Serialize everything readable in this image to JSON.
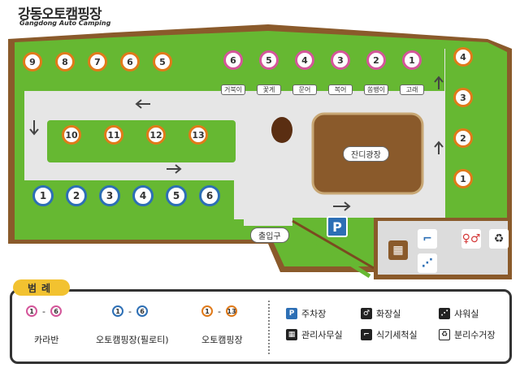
{
  "header": {
    "title_ko": "강동오토캠핑장",
    "title_en": "Gangdong Auto Camping"
  },
  "map": {
    "caravans": [
      {
        "num": "6",
        "name": "거북이"
      },
      {
        "num": "5",
        "name": "꽃게"
      },
      {
        "num": "4",
        "name": "문어"
      },
      {
        "num": "3",
        "name": "복어"
      },
      {
        "num": "2",
        "name": "쏨뱅이"
      },
      {
        "num": "1",
        "name": "고래"
      }
    ],
    "auto_sites_top": [
      "9",
      "8",
      "7",
      "6",
      "5"
    ],
    "auto_sites_right": [
      "4",
      "3",
      "2",
      "1"
    ],
    "auto_sites_mid": [
      "10",
      "11",
      "12",
      "13"
    ],
    "pilloti_sites": [
      "1",
      "2",
      "3",
      "4",
      "5",
      "6"
    ],
    "lawn_label": "잔디광장",
    "entrance_label": "출입구",
    "parking_symbol": "P"
  },
  "legend": {
    "title": "범례",
    "caravan": {
      "from": "1",
      "to": "6",
      "label": "카라반"
    },
    "pilloti": {
      "from": "1",
      "to": "6",
      "label": "오토캠핑장(필로티)"
    },
    "auto": {
      "from": "1",
      "to": "13",
      "label": "오토캠핑장"
    },
    "facilities": {
      "parking": "주차장",
      "restroom": "화장실",
      "shower": "샤워실",
      "office": "관리사무실",
      "dishwashing": "식기세척실",
      "recycling": "분리수거장"
    }
  },
  "colors": {
    "grass": "#66b832",
    "road": "#e6e6e6",
    "building": "#8a5a2b",
    "accent": "#e07a1a",
    "caravan": "#d4569a",
    "pilloti": "#2d6fb5",
    "legend_title": "#f2c230"
  }
}
